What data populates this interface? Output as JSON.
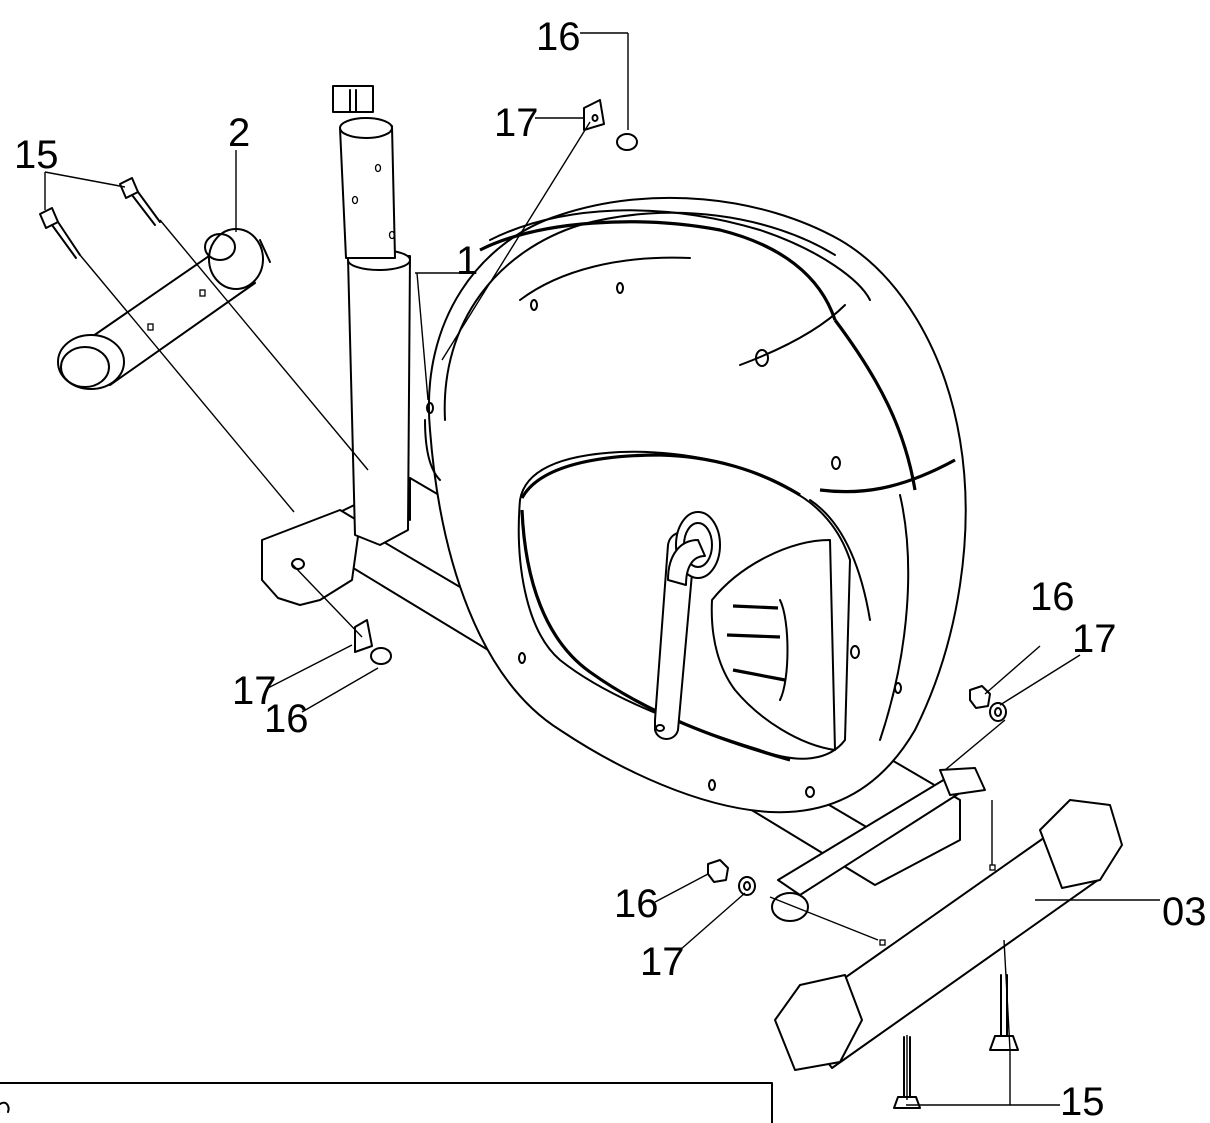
{
  "diagram": {
    "part_labels": [
      {
        "id": "label-1",
        "text": "1"
      },
      {
        "id": "label-2",
        "text": "2"
      },
      {
        "id": "label-03",
        "text": "03"
      },
      {
        "id": "label-15-top",
        "text": "15"
      },
      {
        "id": "label-15-bot",
        "text": "15"
      },
      {
        "id": "label-16-top",
        "text": "16"
      },
      {
        "id": "label-16-mid",
        "text": "16"
      },
      {
        "id": "label-16-left",
        "text": "16"
      },
      {
        "id": "label-16-rear",
        "text": "16"
      },
      {
        "id": "label-17-top",
        "text": "17"
      },
      {
        "id": "label-17-mid",
        "text": "17"
      },
      {
        "id": "label-17-left",
        "text": "17"
      },
      {
        "id": "label-17-rear",
        "text": "17"
      }
    ]
  }
}
